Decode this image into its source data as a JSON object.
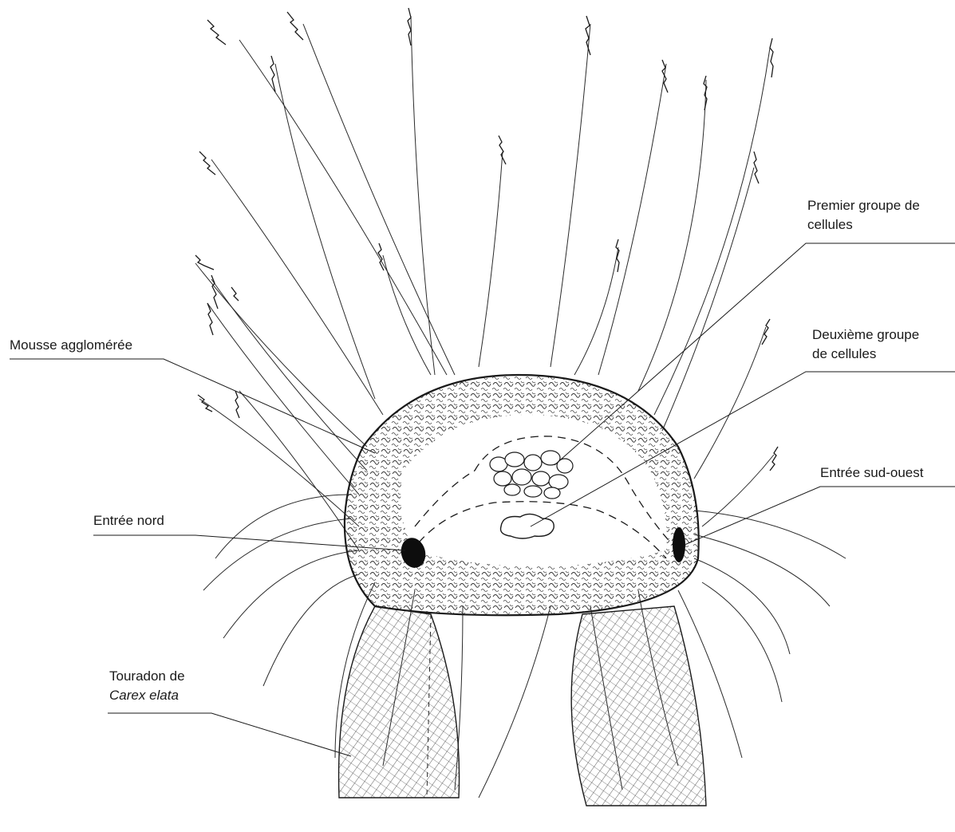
{
  "labels": {
    "mousse": "Mousse agglomérée",
    "entree_nord": "Entrée nord",
    "touradon_line1": "Touradon de",
    "touradon_line2": "Carex elata",
    "premier_line1": "Premier groupe de",
    "premier_line2": "cellules",
    "deuxieme_line1": "Deuxième groupe",
    "deuxieme_line2": "de cellules",
    "entree_sud_ouest": "Entrée sud-ouest"
  },
  "colors": {
    "ink": "#1a1a1a",
    "background": "#ffffff"
  }
}
